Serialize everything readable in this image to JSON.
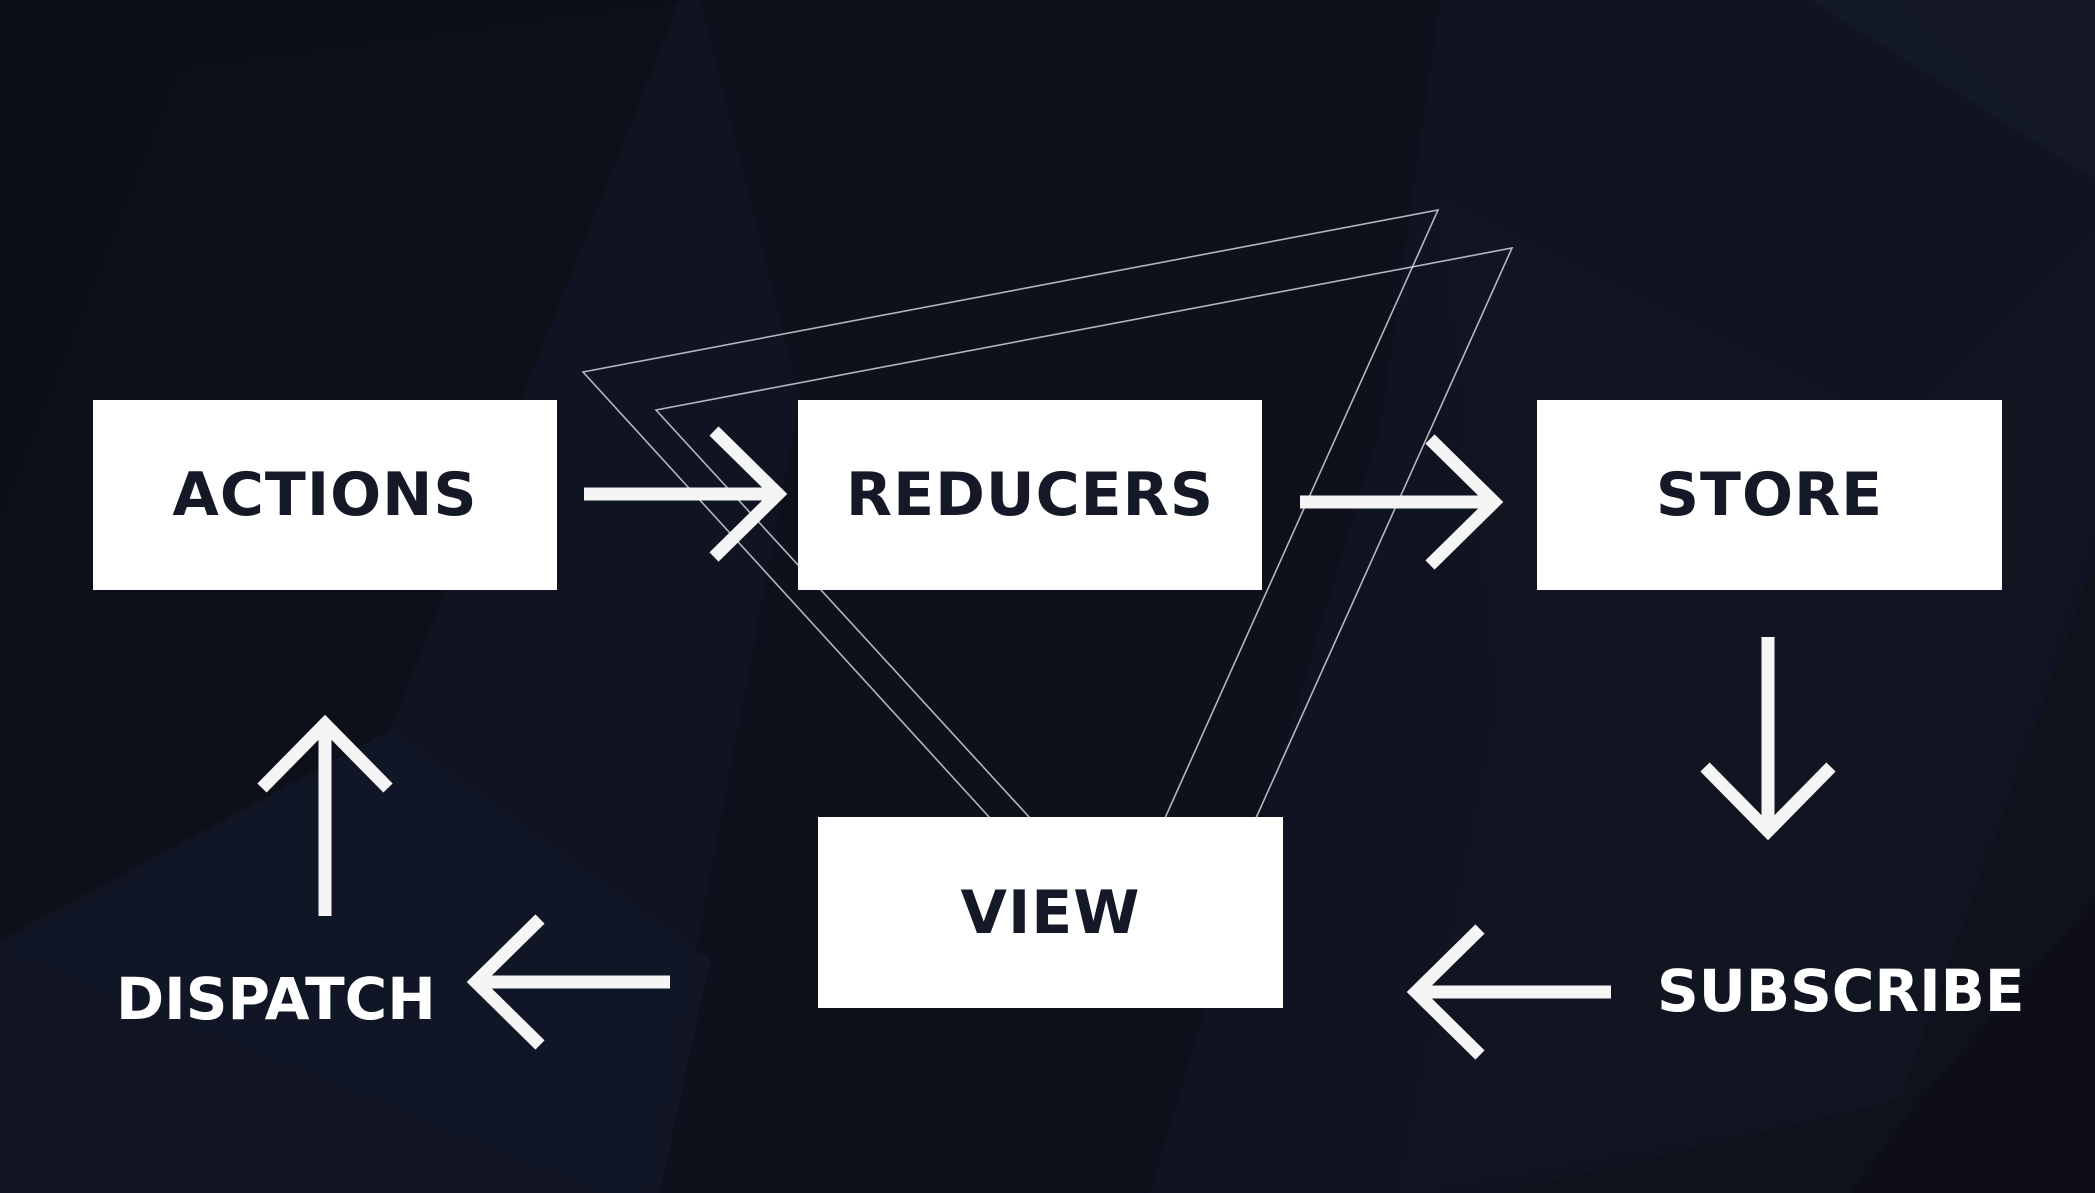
{
  "diagram": {
    "nodes": {
      "actions": "ACTIONS",
      "reducers": "REDUCERS",
      "store": "STORE",
      "view": "VIEW"
    },
    "labels": {
      "dispatch": "DISPATCH",
      "subscribe": "SUBSCRIBE"
    },
    "flow": [
      {
        "from": "ACTIONS",
        "to": "REDUCERS"
      },
      {
        "from": "REDUCERS",
        "to": "STORE"
      },
      {
        "from": "STORE",
        "to": "SUBSCRIBE"
      },
      {
        "from": "SUBSCRIBE",
        "to": "VIEW"
      },
      {
        "from": "VIEW",
        "to": "DISPATCH"
      },
      {
        "from": "DISPATCH",
        "to": "ACTIONS"
      }
    ]
  },
  "colors": {
    "background": "#0f111b",
    "box_fill": "#ffffff",
    "box_text": "#151827",
    "arrow": "#f5f5f5",
    "outline": "#d9dce6"
  }
}
